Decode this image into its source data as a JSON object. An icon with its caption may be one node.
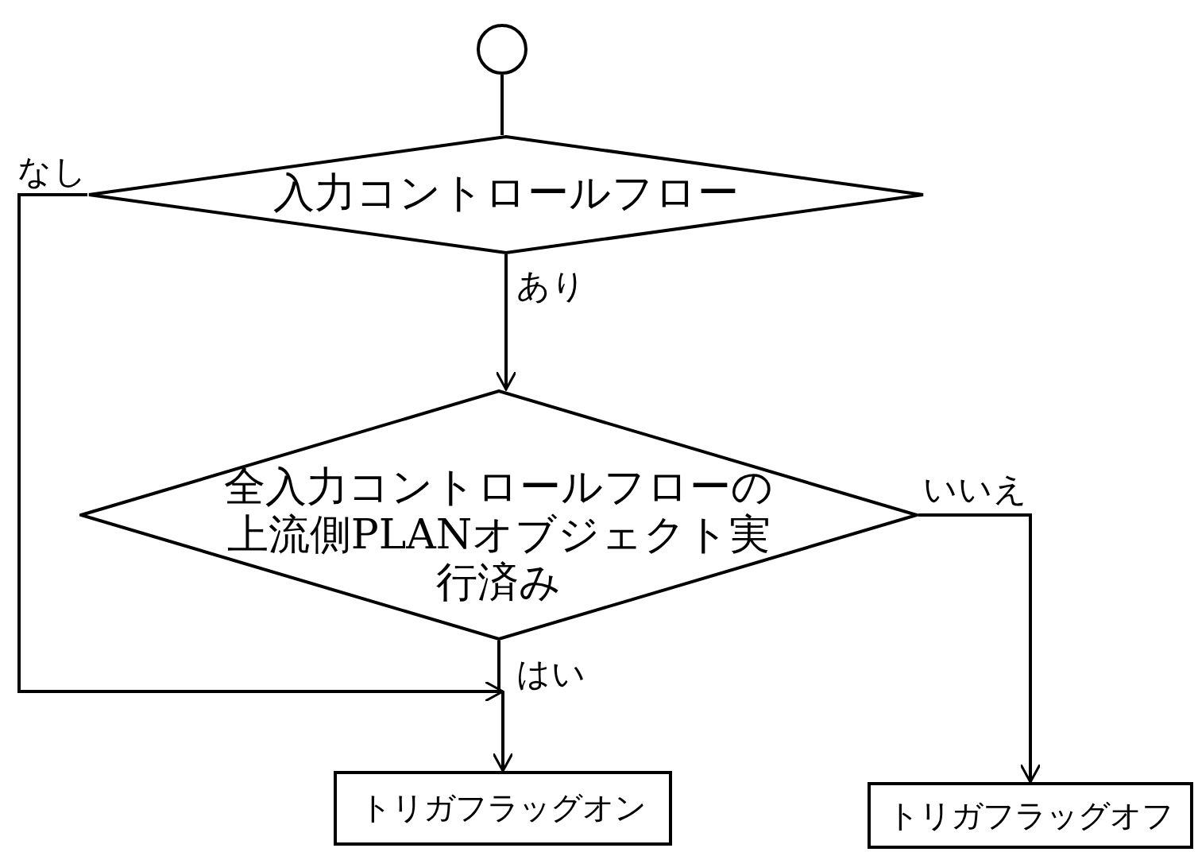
{
  "diagram": {
    "nodes": [
      {
        "text": [],
        "shape": "circle"
      },
      {
        "text": [
          "入力コントロールフロー"
        ]
      },
      {
        "text": [
          "全入力コントロールフローの上流側PLANオブジェクト実行済み"
        ]
      },
      {
        "text": [
          "トリガフラッグオン"
        ]
      },
      {
        "text": [
          "トリガフラッグオフ"
        ]
      }
    ],
    "edges": [
      {
        "from": 0,
        "to": 1,
        "arrow": "none"
      },
      {
        "from": 1,
        "to": 2,
        "arrow": "to",
        "label": "あり"
      },
      {
        "from": 1,
        "to": 3,
        "arrow": "to",
        "label": "なし"
      },
      {
        "from": 2,
        "to": 3,
        "arrow": "to",
        "label": "はい"
      },
      {
        "from": 2,
        "to": 4,
        "arrow": "to",
        "label": "いいえ"
      }
    ]
  }
}
